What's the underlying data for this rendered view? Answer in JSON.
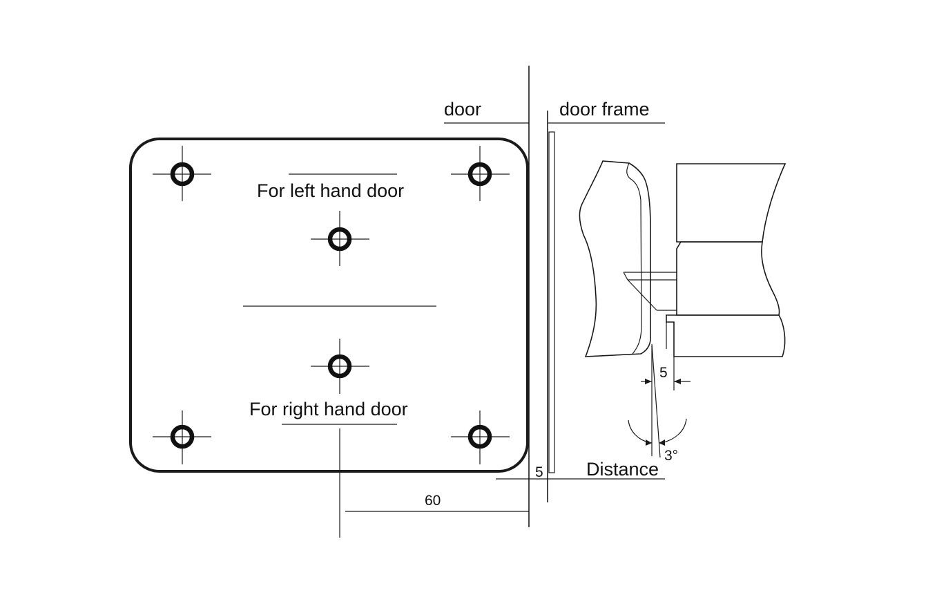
{
  "labels": {
    "door": "door",
    "door_frame": "door frame",
    "left_hand": "For left hand door",
    "right_hand": "For right hand door",
    "distance": "Distance"
  },
  "dimensions": {
    "width_60": "60",
    "gap_5_bottom": "5",
    "gap_5_right": "5",
    "angle": "3°"
  }
}
